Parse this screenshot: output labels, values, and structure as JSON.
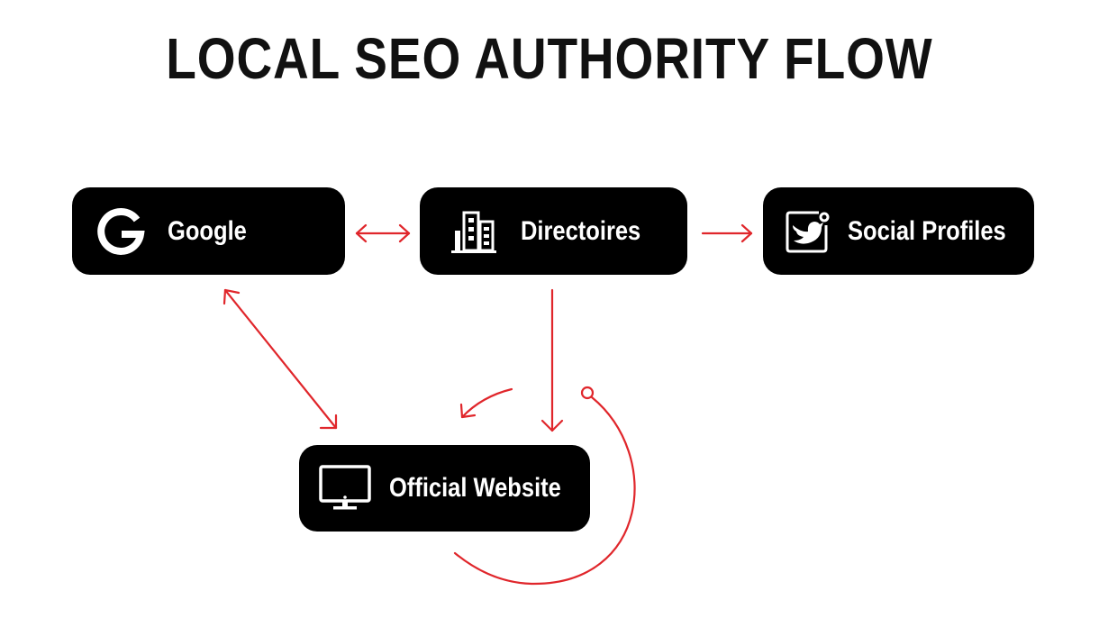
{
  "title": "LOCAL SEO AUTHORITY FLOW",
  "nodes": {
    "google": {
      "label": "Google",
      "icon": "google-g-icon"
    },
    "directories": {
      "label": "Directoires",
      "icon": "building-icon"
    },
    "social": {
      "label": "Social Profiles",
      "icon": "twitter-bird-icon"
    },
    "website": {
      "label": "Official Website",
      "icon": "monitor-icon"
    }
  },
  "colors": {
    "node_bg": "#000000",
    "arrow": "#e0262b",
    "text": "#111111"
  }
}
